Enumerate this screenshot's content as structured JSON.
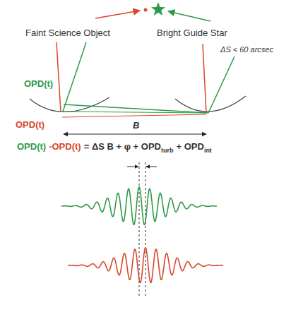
{
  "diagram": {
    "labels": [
      "Faint Science Object",
      "Bright Guide Star",
      "ΔS < 60 arcsec",
      "OPD(t)",
      "OPD(t)",
      "B",
      "OPD(t)",
      "-OPD(t)",
      "= ΔS B + φ + OPD",
      "turb",
      "+ OPD",
      "int"
    ]
  }
}
